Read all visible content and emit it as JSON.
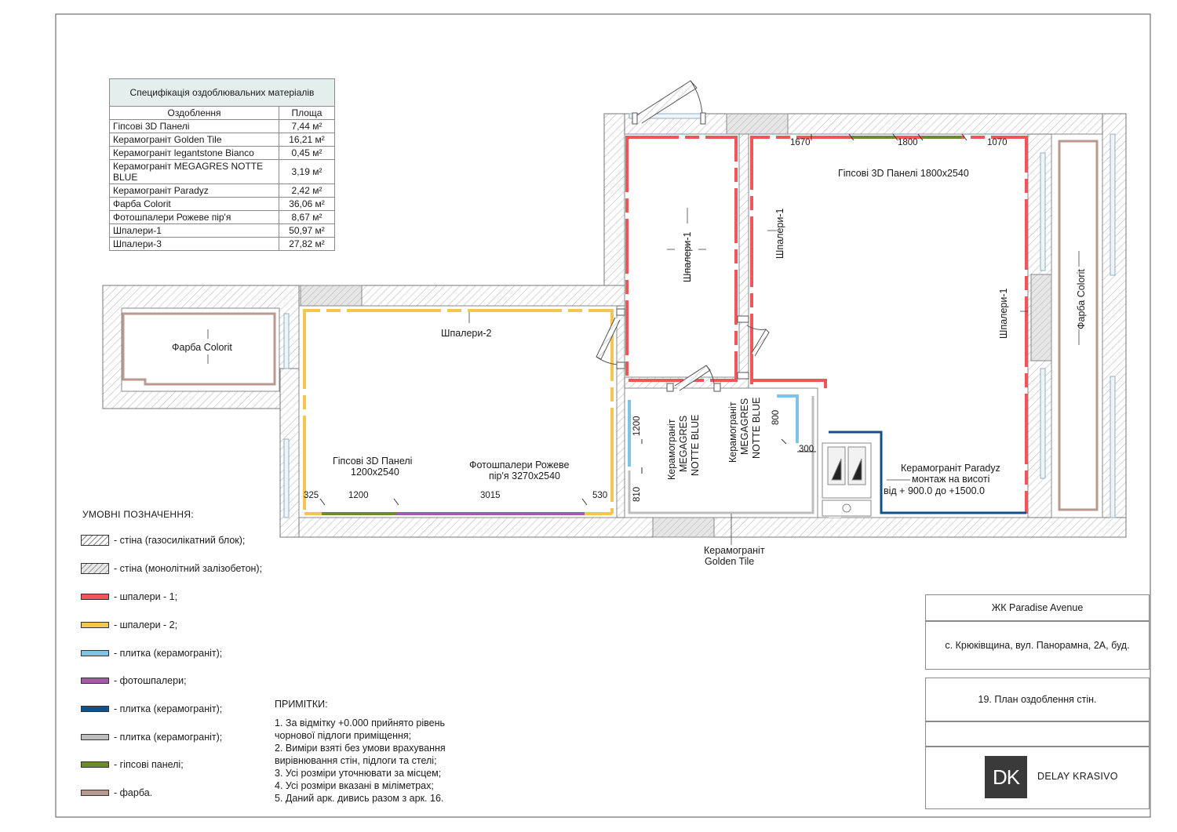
{
  "spec": {
    "title": "Специфікація оздоблювальних матеріалів",
    "col_name": "Оздоблення",
    "col_area": "Площа",
    "rows": [
      {
        "name": "Гіпсові 3D Панелі",
        "area": "7,44 м²"
      },
      {
        "name": "Керамограніт Golden Tile",
        "area": "16,21 м²"
      },
      {
        "name": "Керамограніт legantstone Bianco",
        "area": "0,45 м²"
      },
      {
        "name": "Керамограніт MEGAGRES NOTTE BLUE",
        "area": "3,19 м²"
      },
      {
        "name": "Керамограніт Paradyz",
        "area": "2,42 м²"
      },
      {
        "name": "Фарба Colorit",
        "area": "36,06 м²"
      },
      {
        "name": "Фотошпалери Рожеве пір'я",
        "area": "8,67 м²"
      },
      {
        "name": "Шпалери-1",
        "area": "50,97 м²"
      },
      {
        "name": "Шпалери-3",
        "area": "27,82 м²"
      }
    ]
  },
  "plan": {
    "balcony_left": "Фарба Colorit",
    "balcony_right": "Фарба Colorit",
    "room_hall": "Шпалери-1",
    "room_big": "Шпалери-1",
    "room_big_east": "Шпалери-1",
    "room_living": "Шпалери-2",
    "panels_top": "Гіпсові 3D Панелі 1800x2540",
    "panels_left_1": "Гіпсові 3D Панелі",
    "panels_left_2": "1200x2540",
    "photo_1": "Фотошпалери Рожеве",
    "photo_2": "пір'я 3270x2540",
    "bath1_1": "Керамограніт",
    "bath1_2": "MEGAGRES",
    "bath1_3": "NOTTE BLUE",
    "bath2_1": "Керамограніт",
    "bath2_2": "MEGAGRES",
    "bath2_3": "NOTTE BLUE",
    "golden_1": "Керамограніт",
    "golden_2": "Golden Tile",
    "paradyz_1": "Керамограніт Paradyz",
    "paradyz_2": "монтаж на висоті",
    "paradyz_3": "від + 900.0 до +1500.0",
    "dims": {
      "d1670": "1670",
      "d1800": "1800",
      "d1070": "1070",
      "d325": "325",
      "d1200": "1200",
      "d3015": "3015",
      "d530": "530",
      "dv1200": "1200",
      "dv810": "810",
      "dv800": "800",
      "d300": "300"
    }
  },
  "legend": {
    "title": "УМОВНІ ПОЗНАЧЕННЯ:",
    "items": [
      {
        "label": "- стіна (газосилікатний блок);",
        "color": "#ffffff"
      },
      {
        "label": "- стіна (монолітний залізобетон);",
        "color": "#e8e8e8"
      },
      {
        "label": "- шпалери - 1;",
        "color": "#f0555a"
      },
      {
        "label": "- шпалери - 2;",
        "color": "#f3c64e"
      },
      {
        "label": "- плитка (керамограніт);",
        "color": "#7ec4e6"
      },
      {
        "label": "- фотошпалери;",
        "color": "#a35aa8"
      },
      {
        "label": "- плитка (керамограніт);",
        "color": "#12508a"
      },
      {
        "label": "- плитка (керамограніт);",
        "color": "#bdbdbd"
      },
      {
        "label": "- гіпсові панелі;",
        "color": "#6e8a2e"
      },
      {
        "label": "- фарба.",
        "color": "#b89a90"
      }
    ]
  },
  "notes": {
    "title": "ПРИМІТКИ:",
    "items": [
      "1. За відмітку +0.000 прийнято рівень чорнової підлоги приміщення;",
      "2. Виміри взяті без умови врахування вирівнювання стін, підлоги та стелі;",
      "3. Усі розміри уточнювати за місцем;",
      "4. Усі розміри вказані в міліметрах;",
      "5. Даний арк. дивись разом з арк. 16."
    ]
  },
  "titleblock": {
    "project": "ЖК Paradise Avenue",
    "address": "с. Крюківщина, вул. Панорамна, 2А, буд.",
    "sheet": "19. План оздоблення стін.",
    "logo": "DK",
    "company": "DELAY KRASIVO"
  },
  "colors": {
    "wallpaper1": "#f0555a",
    "wallpaper2": "#f3c64e",
    "tile_light": "#7ec4e6",
    "photo": "#a35aa8",
    "tile_dark": "#12508a",
    "tile_grey": "#bdbdbd",
    "panels": "#6e8a2e",
    "paint": "#b89a90"
  }
}
